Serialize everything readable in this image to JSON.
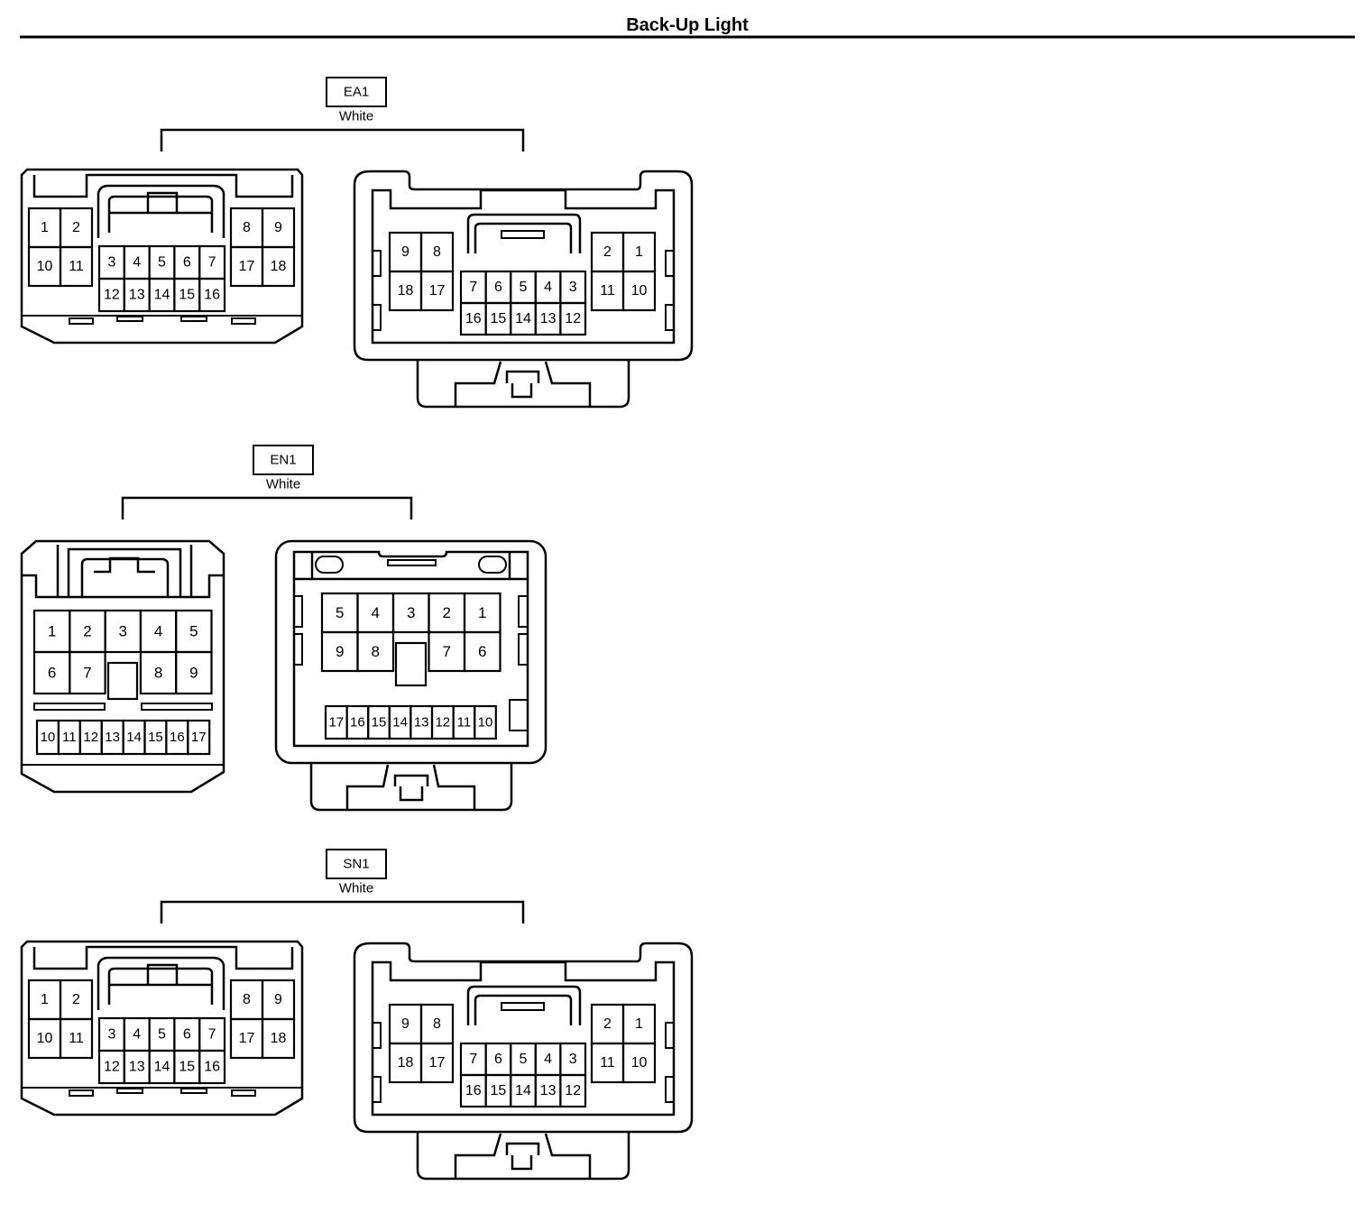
{
  "page": {
    "title": "Back-Up Light"
  },
  "connectors": [
    {
      "code": "EA1",
      "color": "White",
      "style": "large",
      "left_view": {
        "left_block": [
          [
            "1",
            "2"
          ],
          [
            "10",
            "11"
          ]
        ],
        "middle_block": [
          [
            "3",
            "4",
            "5",
            "6",
            "7"
          ],
          [
            "12",
            "13",
            "14",
            "15",
            "16"
          ]
        ],
        "right_block": [
          [
            "8",
            "9"
          ],
          [
            "17",
            "18"
          ]
        ]
      },
      "right_view": {
        "left_block": [
          [
            "9",
            "8"
          ],
          [
            "18",
            "17"
          ]
        ],
        "middle_block": [
          [
            "7",
            "6",
            "5",
            "4",
            "3"
          ],
          [
            "16",
            "15",
            "14",
            "13",
            "12"
          ]
        ],
        "right_block": [
          [
            "2",
            "1"
          ],
          [
            "11",
            "10"
          ]
        ]
      }
    },
    {
      "code": "EN1",
      "color": "White",
      "style": "small",
      "left_view": {
        "grid": [
          [
            "1",
            "2",
            "3",
            "4",
            "5"
          ],
          [
            "6",
            "7",
            "",
            "8",
            "9"
          ]
        ],
        "bottom_row": [
          "10",
          "11",
          "12",
          "13",
          "14",
          "15",
          "16",
          "17"
        ]
      },
      "right_view": {
        "grid": [
          [
            "5",
            "4",
            "3",
            "2",
            "1"
          ],
          [
            "9",
            "8",
            "",
            "7",
            "6"
          ]
        ],
        "bottom_row": [
          "17",
          "16",
          "15",
          "14",
          "13",
          "12",
          "11",
          "10"
        ]
      }
    },
    {
      "code": "SN1",
      "color": "White",
      "style": "large",
      "left_view": {
        "left_block": [
          [
            "1",
            "2"
          ],
          [
            "10",
            "11"
          ]
        ],
        "middle_block": [
          [
            "3",
            "4",
            "5",
            "6",
            "7"
          ],
          [
            "12",
            "13",
            "14",
            "15",
            "16"
          ]
        ],
        "right_block": [
          [
            "8",
            "9"
          ],
          [
            "17",
            "18"
          ]
        ]
      },
      "right_view": {
        "left_block": [
          [
            "9",
            "8"
          ],
          [
            "18",
            "17"
          ]
        ],
        "middle_block": [
          [
            "7",
            "6",
            "5",
            "4",
            "3"
          ],
          [
            "16",
            "15",
            "14",
            "13",
            "12"
          ]
        ],
        "right_block": [
          [
            "2",
            "1"
          ],
          [
            "11",
            "10"
          ]
        ]
      }
    }
  ]
}
